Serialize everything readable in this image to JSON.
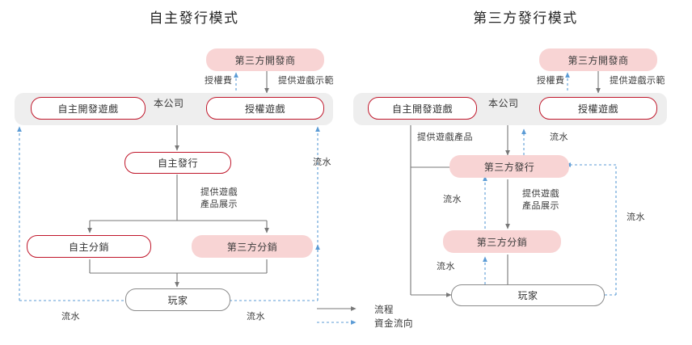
{
  "diagram": {
    "type": "flow-diagram",
    "background": "#ffffff",
    "colors": {
      "red_border": "#c0172b",
      "pink_fill": "#f8d4d4",
      "gray_band": "#eeeeee",
      "process_arrow": "#777777",
      "money_arrow": "#5b9bd5",
      "text": "#333333"
    }
  },
  "panels": [
    {
      "id": "self-publishing",
      "title": "自主發行模式",
      "nodes": {
        "third_party_developer": "第三方開發商",
        "company_band": "本公司",
        "self_developed_game": "自主開發遊戲",
        "licensed_game": "授權遊戲",
        "self_publishing": "自主發行",
        "self_distribution": "自主分銷",
        "third_party_distribution": "第三方分銷",
        "players": "玩家"
      },
      "edge_labels": {
        "license_fee": "授權費",
        "provide_game_demo": "提供遊戲示範",
        "provide_game_product_display_l1": "提供遊戲",
        "provide_game_product_display_l2": "產品展示",
        "revenue_right": "流水",
        "revenue_bottom_left": "流水",
        "revenue_bottom_right": "流水"
      }
    },
    {
      "id": "third-party-publishing",
      "title": "第三方發行模式",
      "nodes": {
        "third_party_developer": "第三方開發商",
        "company_band": "本公司",
        "self_developed_game": "自主開發遊戲",
        "licensed_game": "授權遊戲",
        "third_party_publishing": "第三方發行",
        "third_party_distribution": "第三方分銷",
        "players": "玩家"
      },
      "edge_labels": {
        "license_fee": "授權費",
        "provide_game_demo": "提供遊戲示範",
        "provide_game_product": "提供遊戲產品",
        "revenue_top": "流水",
        "provide_game_product_display_l1": "提供遊戲",
        "provide_game_product_display_l2": "產品展示",
        "revenue_mid_left": "流水",
        "revenue_low_left": "流水",
        "revenue_far_right": "流水"
      }
    }
  ],
  "legend": {
    "items": [
      {
        "label": "流程",
        "style": "solid",
        "color": "#777777"
      },
      {
        "label": "資金流向",
        "style": "dashed",
        "color": "#5b9bd5"
      }
    ]
  }
}
